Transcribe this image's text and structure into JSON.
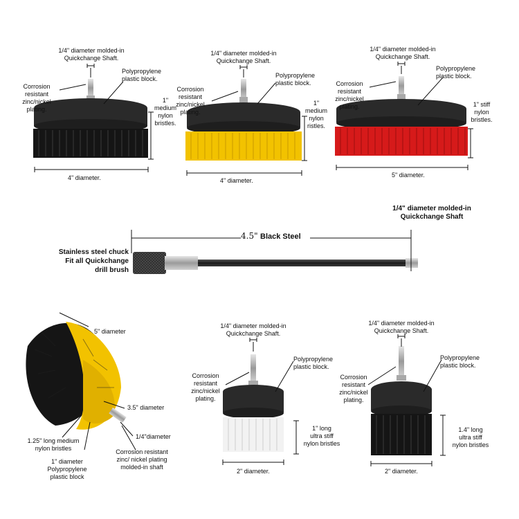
{
  "brushes": {
    "black_4in": {
      "shaft": "1/4\" diameter molded-in\nQuickchange Shaft.",
      "plating": "Corrosion\nresistant\nzinc/nickel\nplating.",
      "block": "Polypropylene\nplastic block.",
      "bristles": "1\"\nmedium\nnylon\nbristles.",
      "diameter": "4\" diameter.",
      "bristle_color": "#151515"
    },
    "yellow_4in": {
      "shaft": "1/4\" diameter molded-in\nQuickchange Shaft.",
      "plating": "Corrosion\nresistant\nzinc/nickel\nplating.",
      "block": "Polypropylene\nplastic block.",
      "bristles": "1\"\nmedium\nnylon\nristles.",
      "diameter": "4\" diameter.",
      "bristle_color": "#f2c200"
    },
    "red_5in": {
      "shaft": "1/4\" diameter molded-in\nQuickchange Shaft.",
      "plating": "Corrosion\nresistant\nzinc/nickel\nplating.",
      "block": "Polypropylene\nplastic block.",
      "bristles": "1\" stiff\nnylon\nbristles.",
      "diameter": "5\" diameter.",
      "bristle_color": "#d61a1a"
    },
    "cone": {
      "outer": "5\" diameter",
      "inner": "3.5\" diameter",
      "shaft": "1/4\"diameter",
      "bristles": "1.25\" long medium\nnylon bristles",
      "block": "1\" diameter\nPolypropylene\nplastic block",
      "plating": "Corrosion resistant\nzinc/ nickel plating\nmolded-in shaft",
      "bristle_colors": [
        "#151515",
        "#f2c200"
      ]
    },
    "white_2in": {
      "shaft": "1/4\" diameter molded-in\nQuickchange Shaft.",
      "plating": "Corrosion\nresistant\nzinc/nickel\nplating.",
      "block": "Polypropylene\nplastic block.",
      "bristles": "1\" long\nultra stiff\nnylon bristles",
      "diameter": "2\" diameter.",
      "bristle_color": "#f2f2f2"
    },
    "black_2in": {
      "shaft": "1/4\" diameter molded-in\nQuickchange Shaft.",
      "plating": "Corrosion\nresistant\nzinc/nickel\nplating.",
      "block": "Polypropylene\nplastic block.",
      "bristles": "1.4\" long\nultra stiff\nnylon bristles",
      "diameter": "2\" diameter.",
      "bristle_color": "#151515"
    }
  },
  "extension": {
    "length": "4.5\"",
    "material": "Black Steel",
    "chuck": "Stainless steel chuck\nFit all Quickchange\ndrill brush",
    "shaft": "1/4\" diameter molded-in\nQuickchange Shaft"
  },
  "colors": {
    "block": "#2a2a2a",
    "shaft": "#b8b8b8",
    "line": "#111111"
  }
}
